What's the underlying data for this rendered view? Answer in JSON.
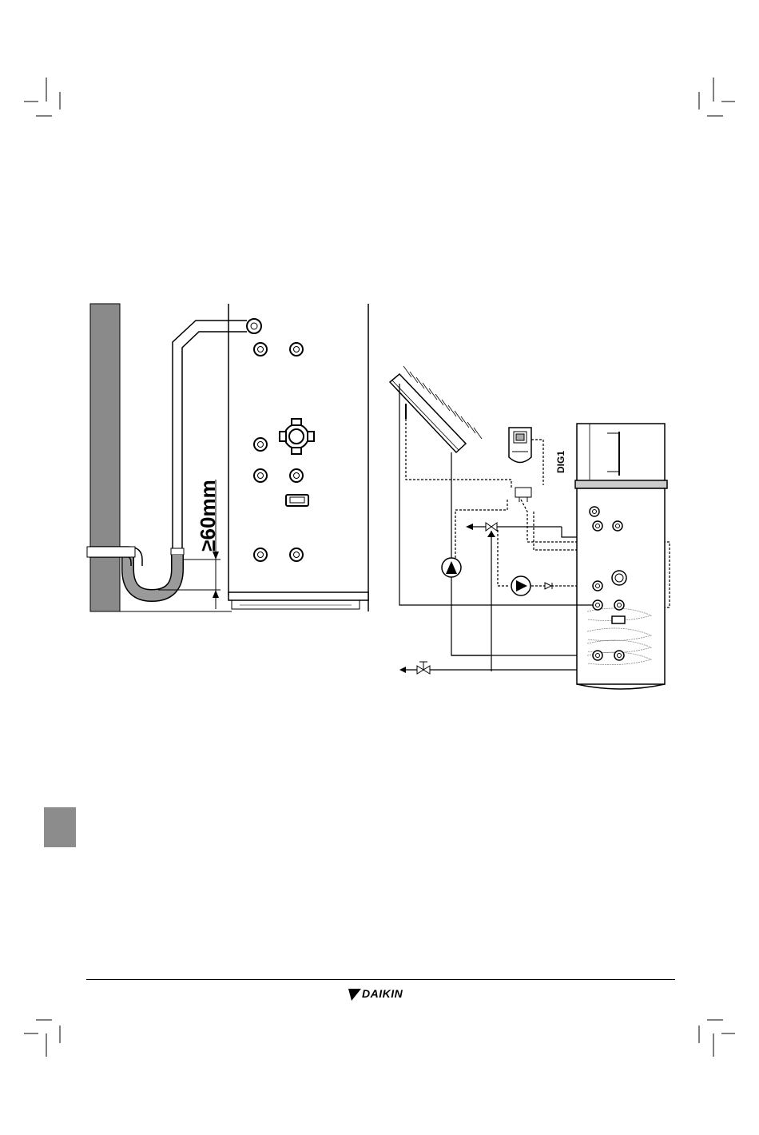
{
  "figure_left": {
    "dimension_label": "≥60mm"
  },
  "figure_right": {
    "controller_label": "DIG1"
  },
  "footer": {
    "brand": "DAIKIN"
  },
  "colors": {
    "tab_gray": "#8c8c8c",
    "wall_gray": "#8a8a8a",
    "hose_gray": "#9a9a9a"
  }
}
